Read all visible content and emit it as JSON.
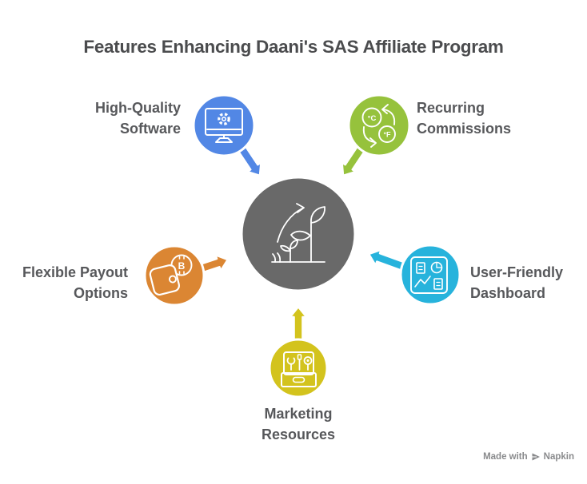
{
  "title": "Features Enhancing Daani's SAS Affiliate Program",
  "center": {
    "name": "affiliate-program-growth",
    "color": "#696969",
    "icon": "growth-plant-icon"
  },
  "features": [
    {
      "id": "high-quality-software",
      "lines": [
        "High-Quality",
        "Software"
      ],
      "color": "#5287e5",
      "icon": "monitor-gear-icon"
    },
    {
      "id": "recurring-commissions",
      "lines": [
        "Recurring",
        "Commissions"
      ],
      "color": "#96c23c",
      "icon": "conversion-cycle-icon"
    },
    {
      "id": "flexible-payout-options",
      "lines": [
        "Flexible Payout",
        "Options"
      ],
      "color": "#db8633",
      "icon": "wallet-bitcoin-icon"
    },
    {
      "id": "user-friendly-dashboard",
      "lines": [
        "User-Friendly",
        "Dashboard"
      ],
      "color": "#27b3dc",
      "icon": "dashboard-charts-icon"
    },
    {
      "id": "marketing-resources",
      "lines": [
        "Marketing",
        "Resources"
      ],
      "color": "#d3c31d",
      "icon": "toolbox-icon"
    }
  ],
  "icon_text": {
    "celsius": "°C",
    "fahrenheit": "°F",
    "bitcoin": "B"
  },
  "watermark": {
    "prefix": "Made with",
    "brand": "Napkin"
  }
}
